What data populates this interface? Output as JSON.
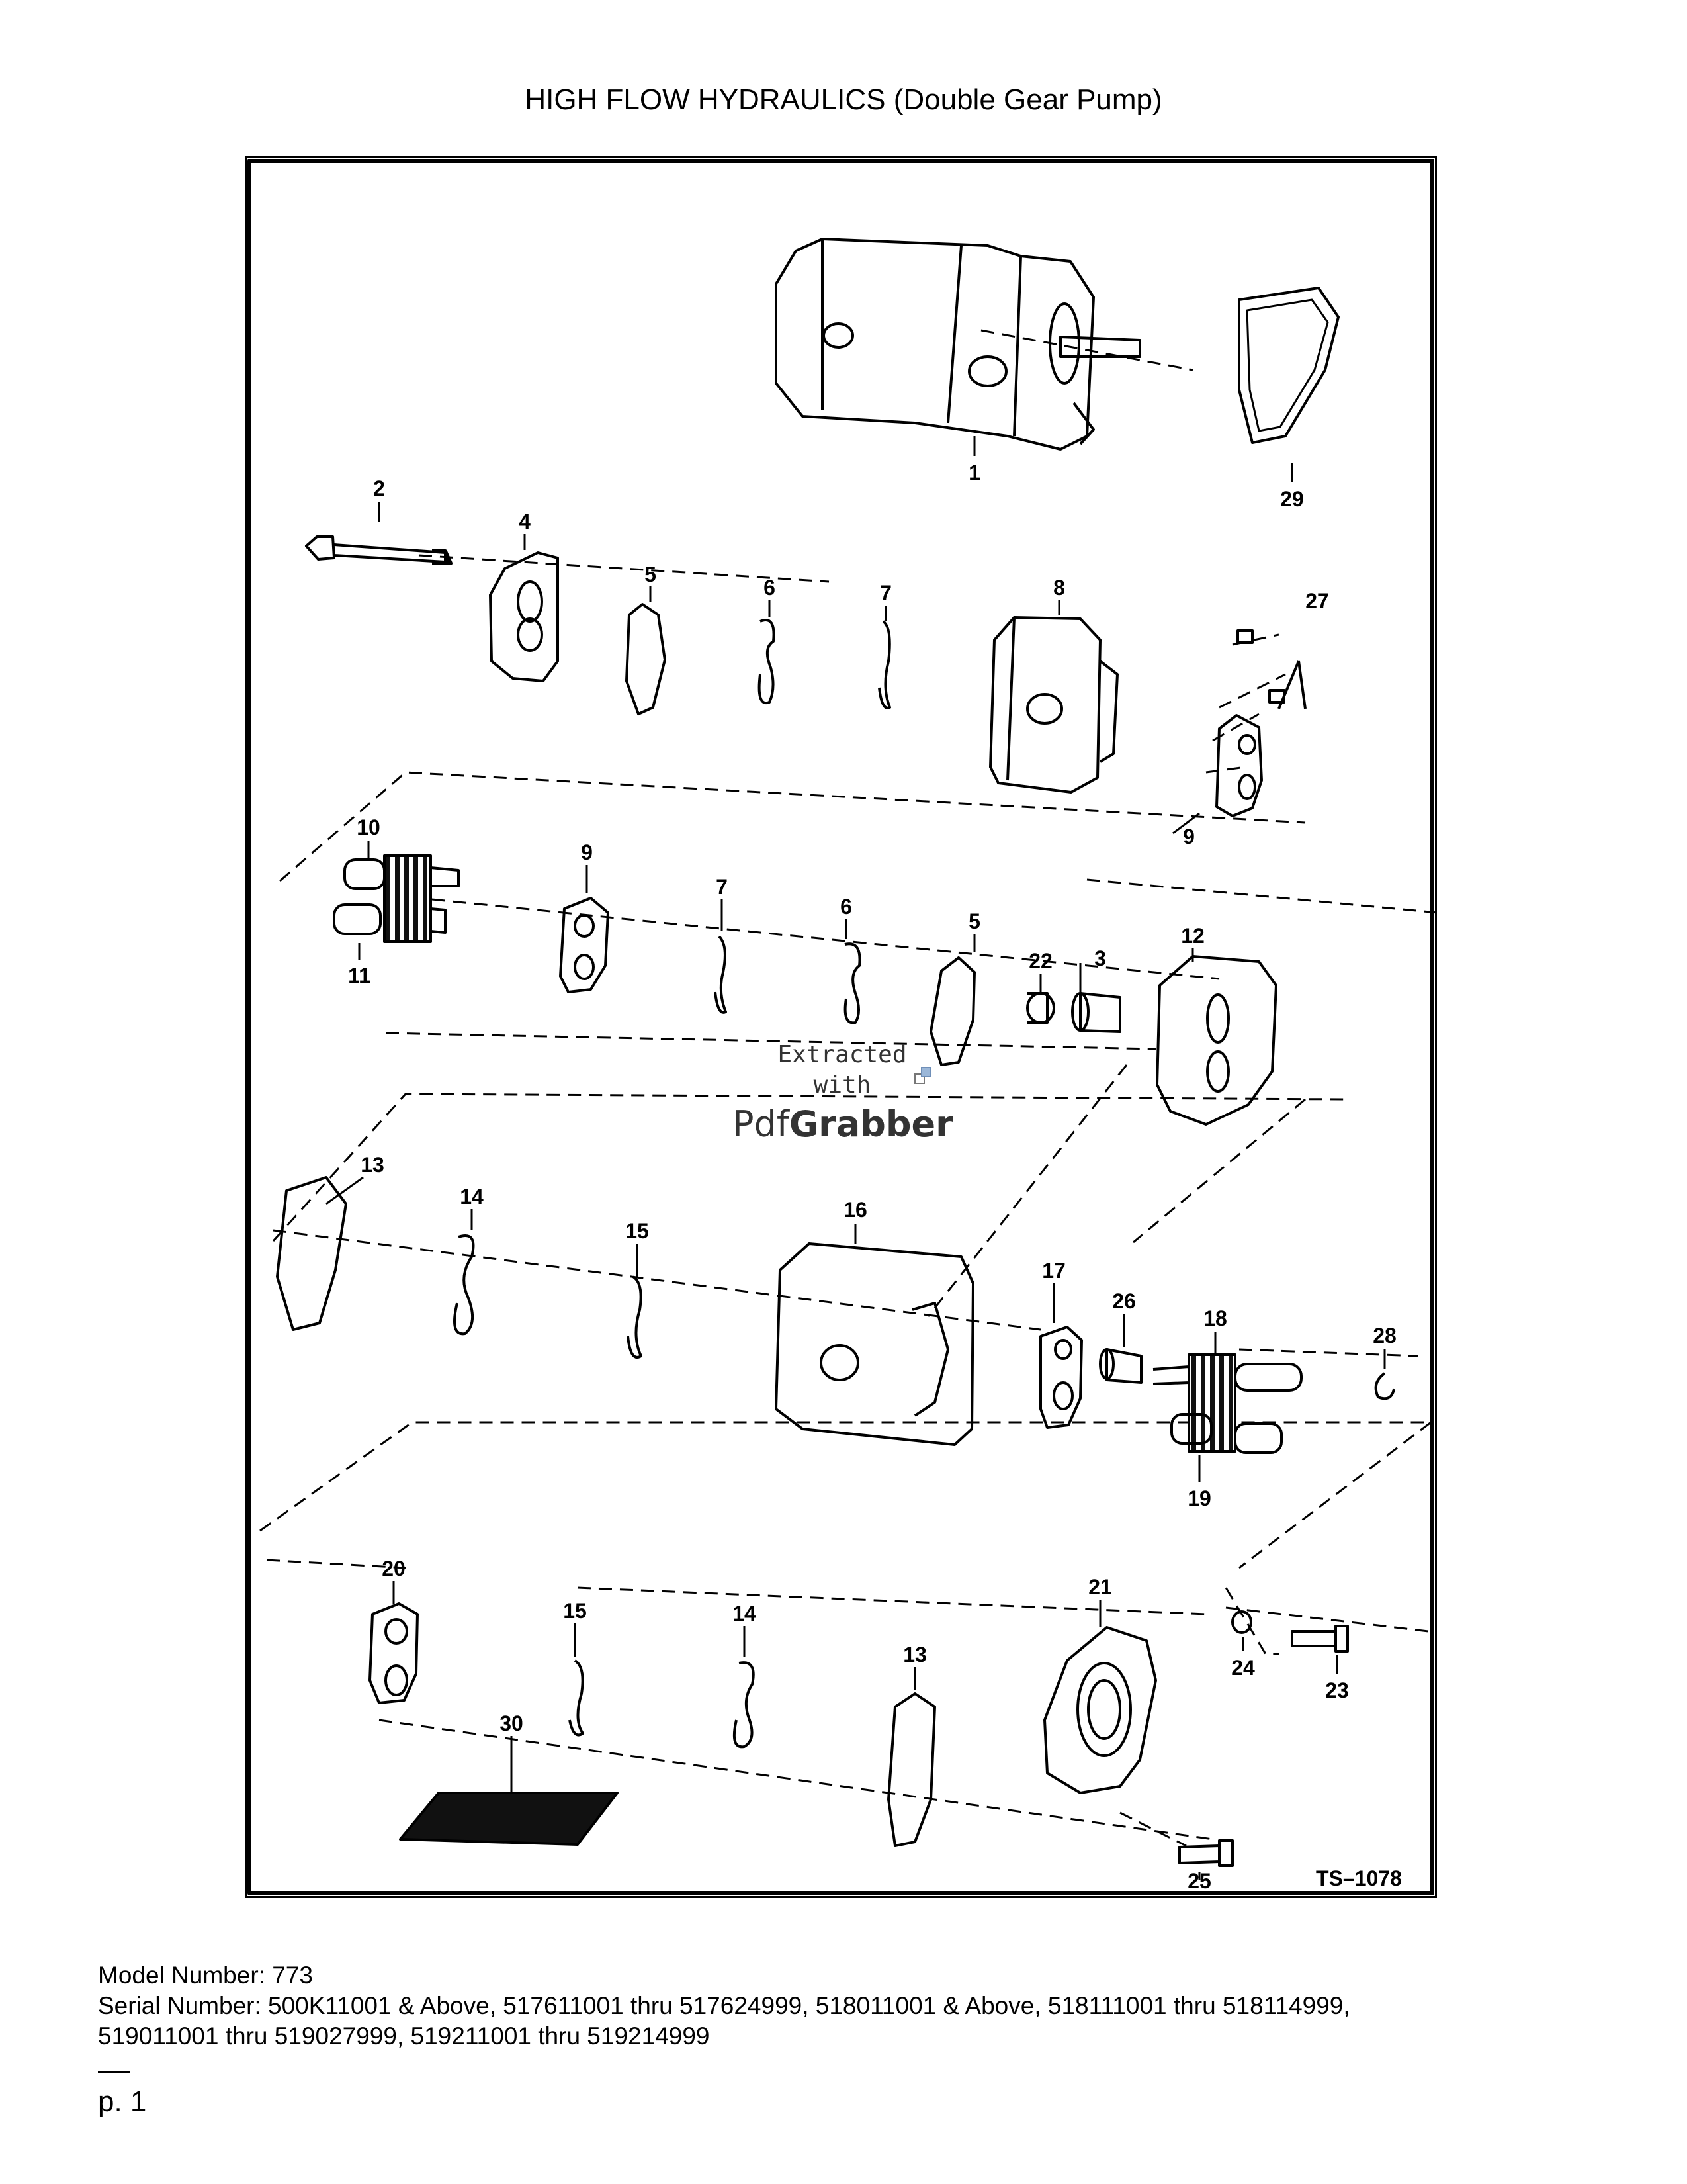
{
  "page": {
    "title": "HIGH FLOW HYDRAULICS (Double Gear Pump)",
    "drawing_id": "TS–1078",
    "watermark": {
      "line1": "Extracted",
      "line2": "with",
      "brand_a": "Pdf",
      "brand_b": "Grabber"
    },
    "part_labels": [
      "1",
      "2",
      "3",
      "4",
      "5",
      "5",
      "6",
      "6",
      "7",
      "7",
      "8",
      "9",
      "9",
      "10",
      "11",
      "12",
      "13",
      "13",
      "14",
      "14",
      "15",
      "15",
      "16",
      "17",
      "18",
      "19",
      "20",
      "21",
      "22",
      "23",
      "24",
      "25",
      "26",
      "27",
      "28",
      "29",
      "30"
    ],
    "model_line": "Model Number: 773",
    "serial_line_1": "Serial Number: 500K11001 & Above, 517611001 thru 517624999, 518011001 & Above, 518111001 thru 518114999,",
    "serial_line_2": "519011001 thru 519027999, 519211001 thru 519214999",
    "page_number": "p. 1"
  }
}
